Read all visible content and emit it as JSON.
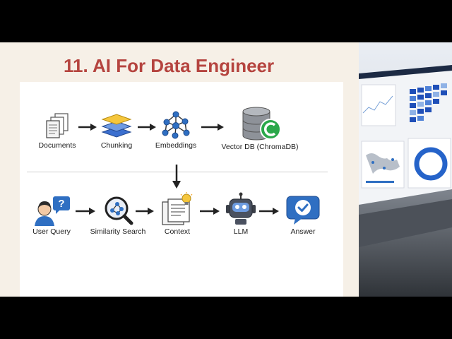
{
  "slide": {
    "title": "11. AI For Data Engineer"
  },
  "pipeline": {
    "top": [
      {
        "id": "documents",
        "label": "Documents",
        "icon": "documents-icon"
      },
      {
        "id": "chunking",
        "label": "Chunking",
        "icon": "layers-icon"
      },
      {
        "id": "embeddings",
        "label": "Embeddings",
        "icon": "network-graph-icon"
      },
      {
        "id": "vectordb",
        "label": "Vector DB (ChromaDB)",
        "icon": "database-icon"
      }
    ],
    "bottom": [
      {
        "id": "user-query",
        "label": "User Query",
        "icon": "user-question-icon"
      },
      {
        "id": "similarity-search",
        "label": "Similarity Search",
        "icon": "magnifier-graph-icon"
      },
      {
        "id": "context",
        "label": "Context",
        "icon": "document-lightbulb-icon"
      },
      {
        "id": "llm",
        "label": "LLM",
        "icon": "robot-icon"
      },
      {
        "id": "answer",
        "label": "Answer",
        "icon": "checkmark-chat-icon"
      }
    ]
  },
  "colors": {
    "title": "#b5443f",
    "accent_blue": "#2f6fc2",
    "accent_green": "#2aa84a",
    "layer_yellow": "#f5c63c",
    "arrow": "#222222"
  }
}
